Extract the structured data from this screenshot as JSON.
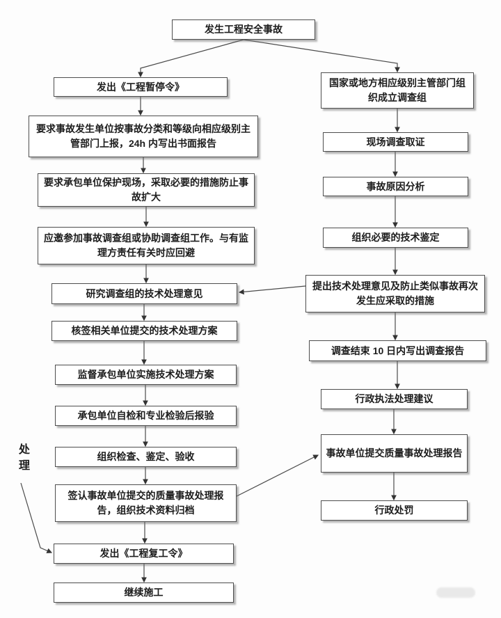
{
  "flowchart": {
    "start": "发生工程安全事故",
    "side_label": "处理",
    "left": [
      "发出《工程暂停令》",
      "要求事故发生单位按事故分类和等级向相应级别主管部门上报，24h 内写出书面报告",
      "要求承包单位保护现场，采取必要的措施防止事故扩大",
      "应邀参加事故调查组或协助调查组工作。与有监理方责任有关时应回避",
      "研究调查组的技术处理意见",
      "核签相关单位提交的技术处理方案",
      "监督承包单位实施技术处理方案",
      "承包单位自检和专业检验后报验",
      "组织检查、鉴定、验收",
      "签认事故单位提交的质量事故处理报告，组织技术资料归档",
      "发出《工程复工令》",
      "继续施工"
    ],
    "right": [
      "国家或地方相应级别主管部门组织成立调查组",
      "现场调查取证",
      "事故原因分析",
      "组织必要的技术鉴定",
      "提出技术处理意见及防止类似事故再次发生应采取的措施",
      "调查结束 10 日内写出调查报告",
      "行政执法处理建议",
      "事故单位提交质量事故处理报告",
      "行政处罚"
    ],
    "edges": [
      [
        "start",
        "L1"
      ],
      [
        "start",
        "R1"
      ],
      [
        "L1",
        "L2"
      ],
      [
        "L2",
        "L3"
      ],
      [
        "L3",
        "L4"
      ],
      [
        "L4",
        "L5"
      ],
      [
        "L5",
        "L6"
      ],
      [
        "L6",
        "L7"
      ],
      [
        "L7",
        "L8"
      ],
      [
        "L8",
        "L9"
      ],
      [
        "L9",
        "L10"
      ],
      [
        "L10",
        "L11"
      ],
      [
        "L11",
        "L12"
      ],
      [
        "R1",
        "R2"
      ],
      [
        "R2",
        "R3"
      ],
      [
        "R3",
        "R4"
      ],
      [
        "R4",
        "R5"
      ],
      [
        "R5",
        "R6"
      ],
      [
        "R6",
        "R7"
      ],
      [
        "R7",
        "R8"
      ],
      [
        "R8",
        "R9"
      ],
      [
        "R5",
        "L5"
      ],
      [
        "L10",
        "R8"
      ],
      [
        "side",
        "L11"
      ]
    ]
  }
}
